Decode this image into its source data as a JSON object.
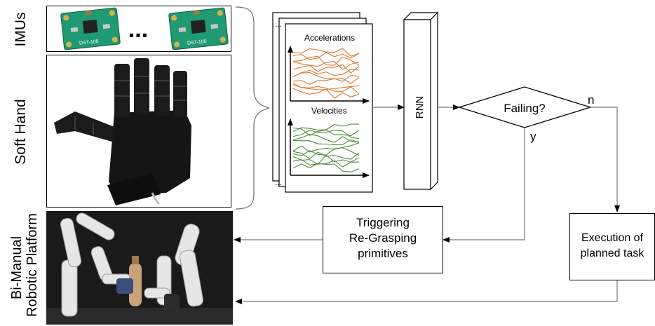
{
  "labels": {
    "imus": "IMUs",
    "soft_hand": "Soft Hand",
    "platform_line1": "Bi-Manual",
    "platform_line2": "Robotic Platform",
    "ellipsis": "...",
    "accelerations": "Accelerations",
    "velocities": "Velocities",
    "rnn": "RNN",
    "failing": "Failing?",
    "branch_no": "n",
    "branch_yes": "y",
    "trigger_line1": "Triggering",
    "trigger_line2": "Re-Grasping",
    "trigger_line3": "primitives",
    "exec_line1": "Execution of",
    "exec_line2": "planned task",
    "chip_text": "DST-100"
  },
  "colors": {
    "acceleration_curves": "#e0782a",
    "velocity_curves": "#4d8c3a",
    "pcb_green": "#1f9a72",
    "photo_background": "#1a1a1a"
  }
}
